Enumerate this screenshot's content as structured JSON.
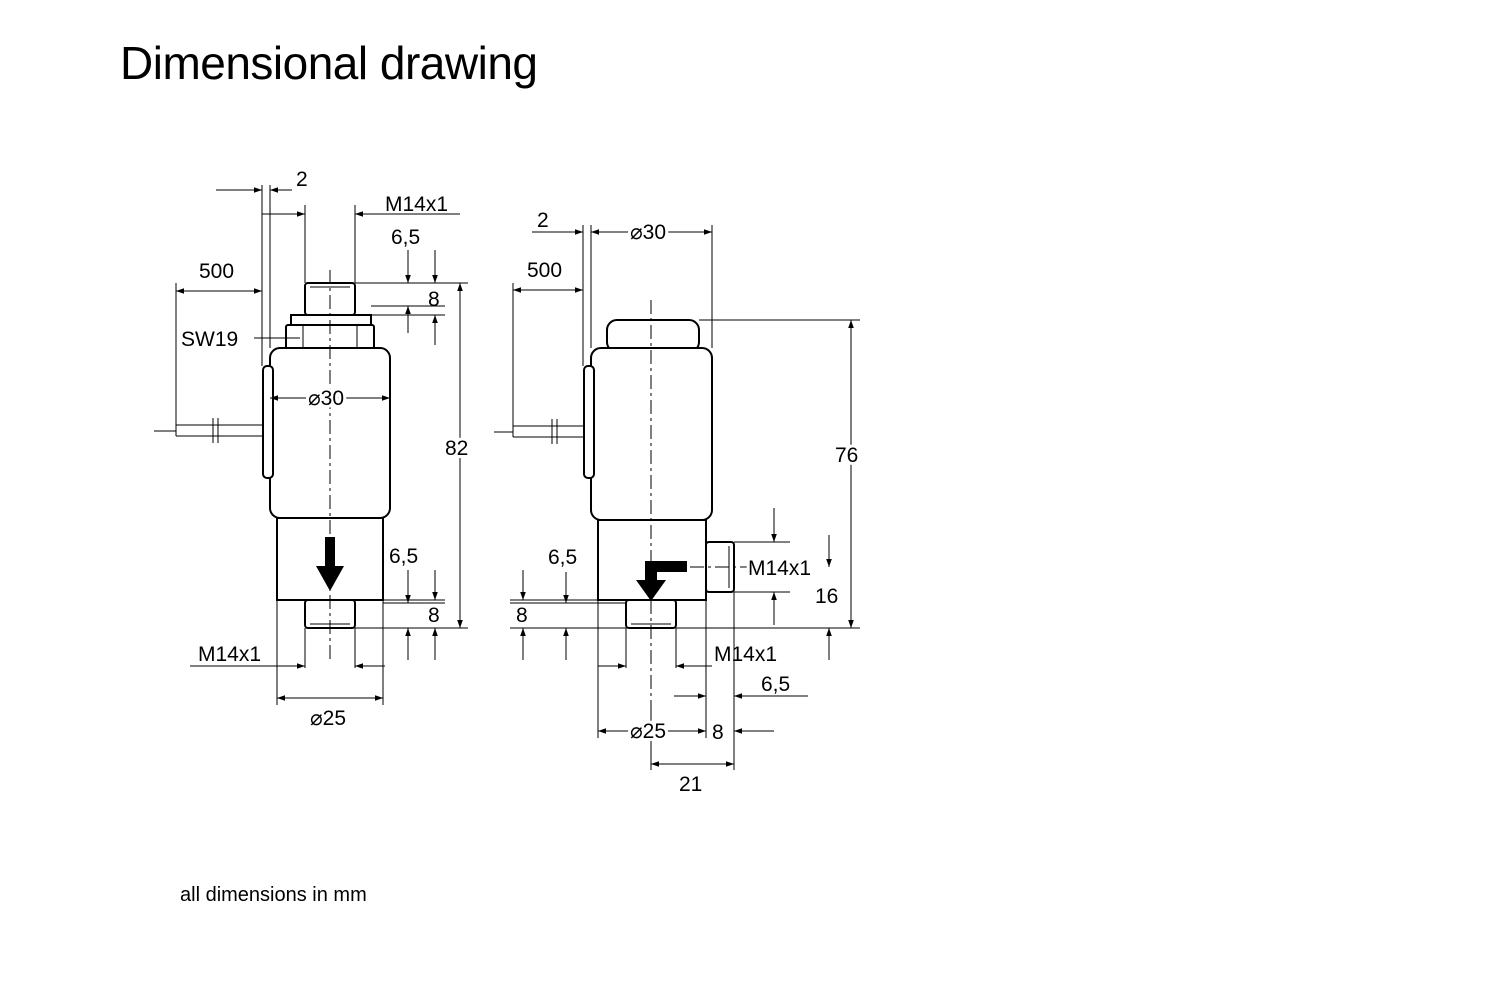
{
  "title": "Dimensional drawing",
  "footnote": "all dimensions in mm",
  "left_view": {
    "dim_2": "2",
    "dim_m14_top": "M14x1",
    "dim_6_5_top": "6,5",
    "dim_500": "500",
    "dim_8_top": "8",
    "dim_sw19": "SW19",
    "dim_dia30": "⌀30",
    "dim_82": "82",
    "dim_6_5_bottom": "6,5",
    "dim_8_bottom": "8",
    "dim_m14_bottom": "M14x1",
    "dim_dia25": "⌀25"
  },
  "right_view": {
    "dim_2": "2",
    "dim_dia30": "⌀30",
    "dim_500": "500",
    "dim_76": "76",
    "dim_m14_side": "M14x1",
    "dim_6_5_left": "6,5",
    "dim_16": "16",
    "dim_8_left": "8",
    "dim_m14_bottom": "M14x1",
    "dim_6_5_right": "6,5",
    "dim_dia25": "⌀25",
    "dim_8_bottom": "8",
    "dim_21": "21"
  }
}
